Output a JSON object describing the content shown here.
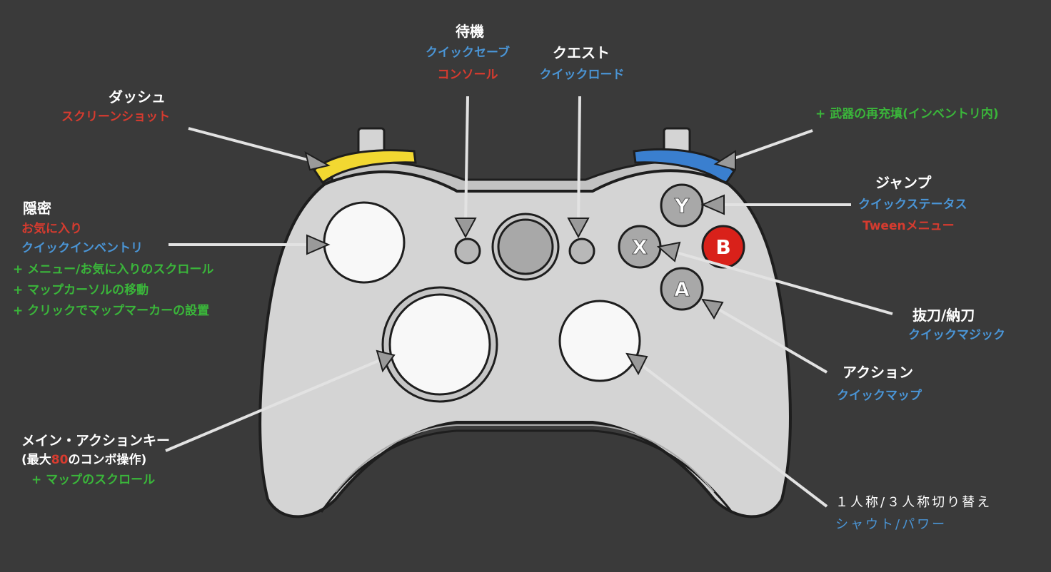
{
  "buttons": {
    "y": "Y",
    "x": "X",
    "b": "B",
    "a": "A"
  },
  "labels": {
    "back_title": "待機",
    "back_sub1": "クイックセーブ",
    "back_sub2": "コンソール",
    "start_title": "クエスト",
    "start_sub1": "クイックロード",
    "lb_title": "ダッシュ",
    "lb_sub1": "スクリーンショット",
    "rb_title": "+ 武器の再充填(インベントリ内)",
    "ls_title": "隠密",
    "ls_sub1": "お気に入り",
    "ls_sub2": "クイックインベントリ",
    "ls_sub3": "+ メニュー/お気に入りのスクロール",
    "ls_sub4": "+ マップカーソルの移動",
    "ls_sub5": "+ クリックでマップマーカーの設置",
    "y_title": "ジャンプ",
    "y_sub1": "クイックステータス",
    "y_sub2": "Tweenメニュー",
    "x_title": "抜刀/納刀",
    "x_sub1": "クイックマジック",
    "a_title": "アクション",
    "a_sub1": "クイックマップ",
    "dpad_title": "メイン・アクションキー",
    "dpad_sub_pre": "(最大",
    "dpad_sub_num": "80",
    "dpad_sub_post": "のコンボ操作)",
    "dpad_sub2": "+ マップのスクロール",
    "rs_title": "１人称/３人称切り替え",
    "rs_sub1": "シャウト/パワー"
  },
  "colors": {
    "background": "#3a3a3a",
    "controller": "#d4d4d4",
    "outline": "#1e1e1e",
    "lb": "#f2d831",
    "rb": "#3a7fcf",
    "b_button": "#d9211a",
    "label_white": "#ffffff",
    "label_blue": "#4a95d6",
    "label_red": "#d63b2f",
    "label_green": "#3ab63a"
  }
}
